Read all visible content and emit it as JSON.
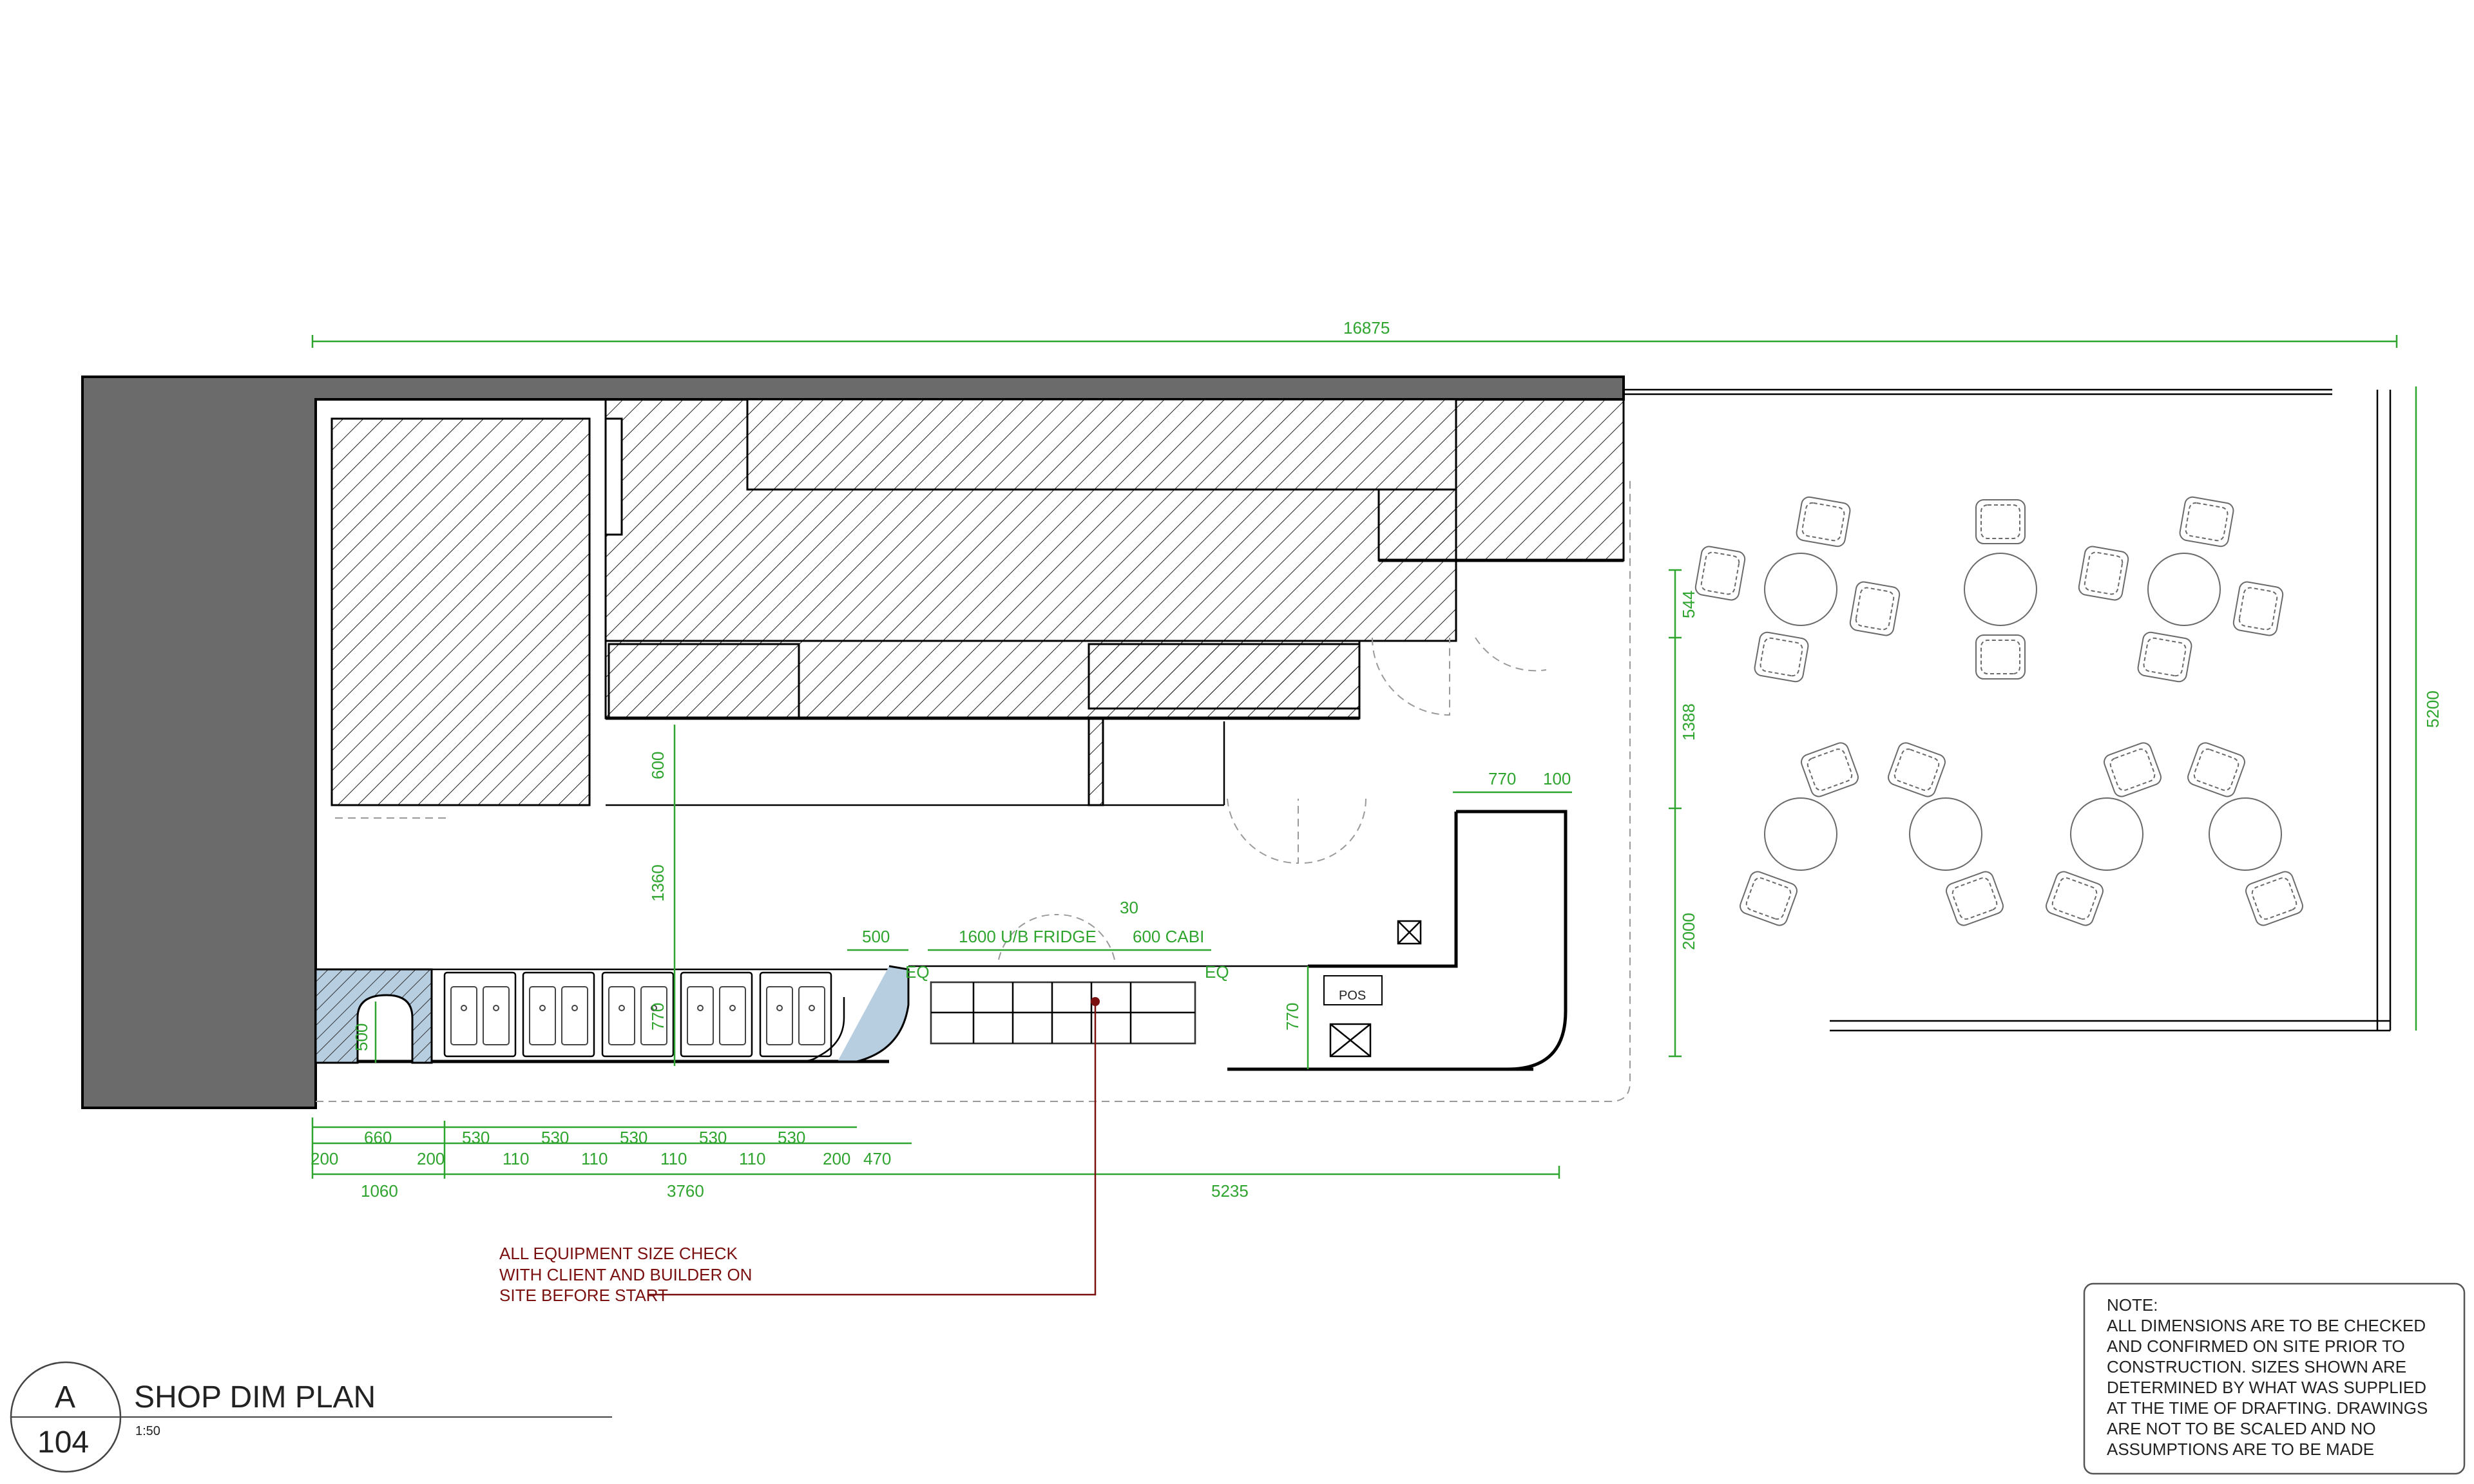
{
  "title": {
    "letter": "A",
    "number": "104",
    "name": "SHOP DIM PLAN",
    "scale": "1:50"
  },
  "dimensions": {
    "overall": "16875",
    "right_height": "5200",
    "d544": "544",
    "d1388": "1388",
    "d2000": "2000",
    "d770_top": "770",
    "d100": "100",
    "d600": "600",
    "d1360": "1360",
    "d500_top": "500",
    "fridge": "1600 U/B FRIDGE",
    "d30": "30",
    "cabi": "600 CABI",
    "eq_left": "EQ",
    "eq_right": "EQ",
    "d500_left": "500",
    "d770_mid": "770",
    "d770_right": "770",
    "row1": [
      "660",
      "530",
      "530",
      "530",
      "530",
      "530"
    ],
    "row2": [
      "200",
      "200",
      "110",
      "110",
      "110",
      "110",
      "200",
      "470"
    ],
    "row3": [
      "1060",
      "3760",
      "5235"
    ]
  },
  "pos_label": "POS",
  "annotation": {
    "lines": [
      "ALL EQUIPMENT SIZE CHECK",
      "WITH CLIENT AND BUILDER ON",
      "SITE BEFORE START"
    ]
  },
  "note": {
    "heading": "NOTE:",
    "lines": [
      "ALL DIMENSIONS ARE TO BE CHECKED",
      "AND CONFIRMED ON SITE PRIOR TO",
      "CONSTRUCTION. SIZES SHOWN ARE",
      "DETERMINED BY WHAT WAS SUPPLIED",
      "AT THE TIME OF DRAFTING. DRAWINGS",
      "ARE NOT TO BE SCALED AND NO",
      "ASSUMPTIONS ARE TO BE MADE"
    ]
  },
  "colors": {
    "dimension": "#2fa52f",
    "annotation": "#7a1010",
    "wall_fill": "#6b6b6b"
  }
}
